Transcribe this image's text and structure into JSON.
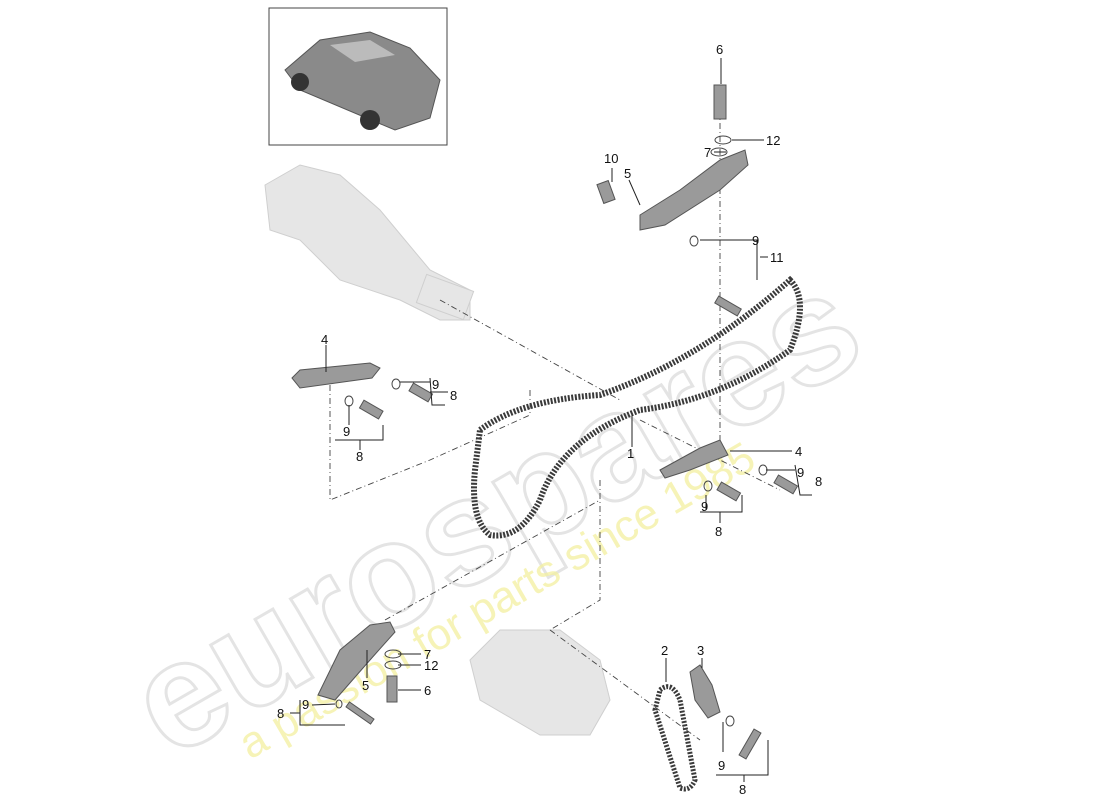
{
  "watermark": {
    "brand": "eurospares",
    "tagline": "a passion for parts since 1985"
  },
  "thumbnail": {
    "subject": "car-thumbnail"
  },
  "callouts": [
    "6",
    "12",
    "7",
    "10",
    "5",
    "9",
    "11",
    "4",
    "9",
    "8",
    "9",
    "8",
    "1",
    "4",
    "9",
    "8",
    "9",
    "8",
    "2",
    "3",
    "7",
    "12",
    "5",
    "6",
    "8",
    "9",
    "9",
    "8"
  ]
}
